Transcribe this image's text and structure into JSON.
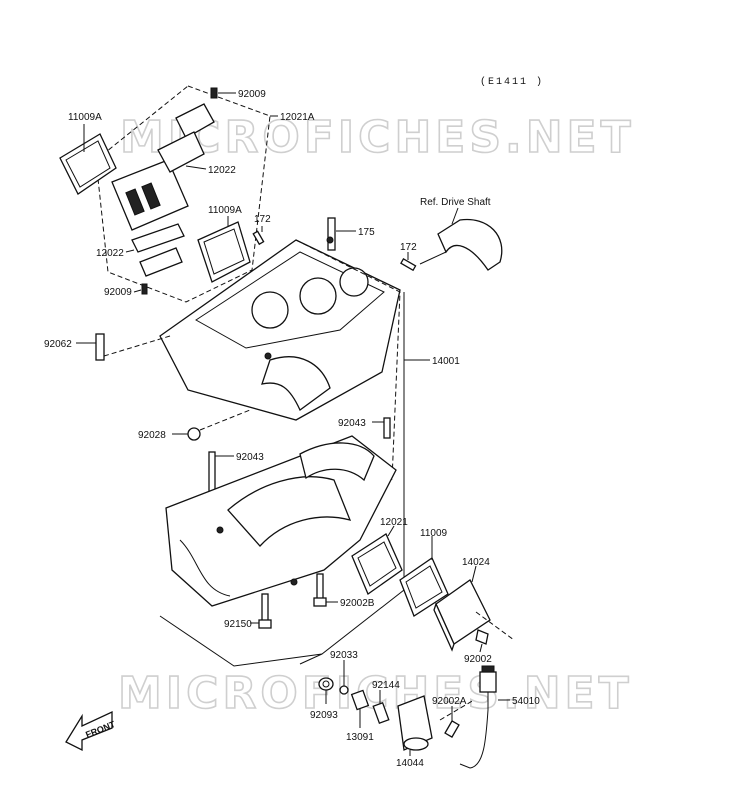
{
  "diagram_code": "(E1411 )",
  "watermark": "MICROFICHES.NET",
  "front_label": "FRONT",
  "ref_label": "Ref. Drive Shaft",
  "part_labels": {
    "p11009A_top": "11009A",
    "p92009_top": "92009",
    "p12021A": "12021A",
    "p12022_top": "12022",
    "p11009A_mid": "11009A",
    "p172_left": "172",
    "p175": "175",
    "p172_right": "172",
    "p12022_left": "12022",
    "p92009_bottom": "92009",
    "p92062": "92062",
    "p14001": "14001",
    "p92043_right": "92043",
    "p92028": "92028",
    "p92043_left": "92043",
    "p12021": "12021",
    "p11009": "11009",
    "p14024": "14024",
    "p92002B": "92002B",
    "p92150": "92150",
    "p92002": "92002",
    "p92033": "92033",
    "p92144": "92144",
    "p92002A": "92002A",
    "p54010": "54010",
    "p92093": "92093",
    "p13091": "13091",
    "p14044": "14044"
  }
}
